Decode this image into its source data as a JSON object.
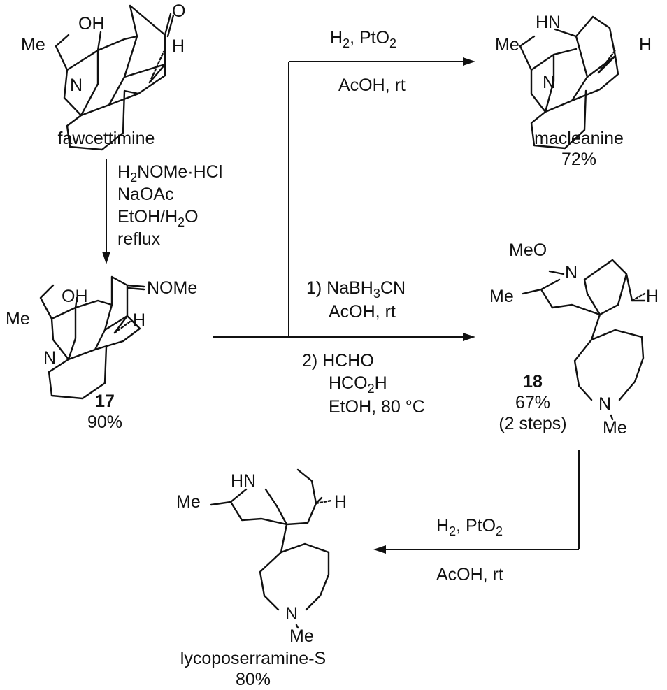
{
  "compounds": {
    "fawcettimine": {
      "name": "fawcettimine",
      "atoms": {
        "oh": "OH",
        "me": "Me",
        "o": "O",
        "h": "H",
        "n": "N"
      }
    },
    "c17": {
      "number": "17",
      "yield": "90%",
      "atoms": {
        "oh": "OH",
        "me": "Me",
        "nome": "NOMe",
        "h": "H",
        "n": "N"
      }
    },
    "macleanine": {
      "name": "macleanine",
      "yield": "72%",
      "atoms": {
        "hn": "HN",
        "me": "Me",
        "h": "H",
        "n": "N"
      }
    },
    "c18": {
      "number": "18",
      "yield": "67%",
      "steps": "(2 steps)",
      "atoms": {
        "meo": "MeO",
        "n1": "N",
        "me": "Me",
        "h": "H",
        "n2": "N",
        "nme": "Me"
      }
    },
    "lycoposerramine": {
      "name": "lycoposerramine-S",
      "yield": "80%",
      "atoms": {
        "hn": "HN",
        "me": "Me",
        "h": "H",
        "n": "N",
        "nme": "Me"
      }
    }
  },
  "reagents": {
    "oxime": {
      "line1_a": "H",
      "line1_sub": "2",
      "line1_b": "NOMe·HCl",
      "line2": "NaOAc",
      "line3_a": "EtOH/H",
      "line3_sub": "2",
      "line3_b": "O",
      "line4": "reflux"
    },
    "hydrogenation_top": {
      "above_a": "H",
      "above_sub1": "2",
      "above_b": ", PtO",
      "above_sub2": "2",
      "below": "AcOH, rt"
    },
    "reduction": {
      "s1_a": "1) NaBH",
      "s1_sub": "3",
      "s1_b": "CN",
      "s1_line2": "AcOH, rt",
      "s2_line1": "2) HCHO",
      "s2_line2_a": "HCO",
      "s2_line2_sub": "2",
      "s2_line2_b": "H",
      "s2_line3": "EtOH, 80 °C"
    },
    "hydrogenation_bottom": {
      "above_a": "H",
      "above_sub1": "2",
      "above_b": ", PtO",
      "above_sub2": "2",
      "below": "AcOH, rt"
    }
  }
}
